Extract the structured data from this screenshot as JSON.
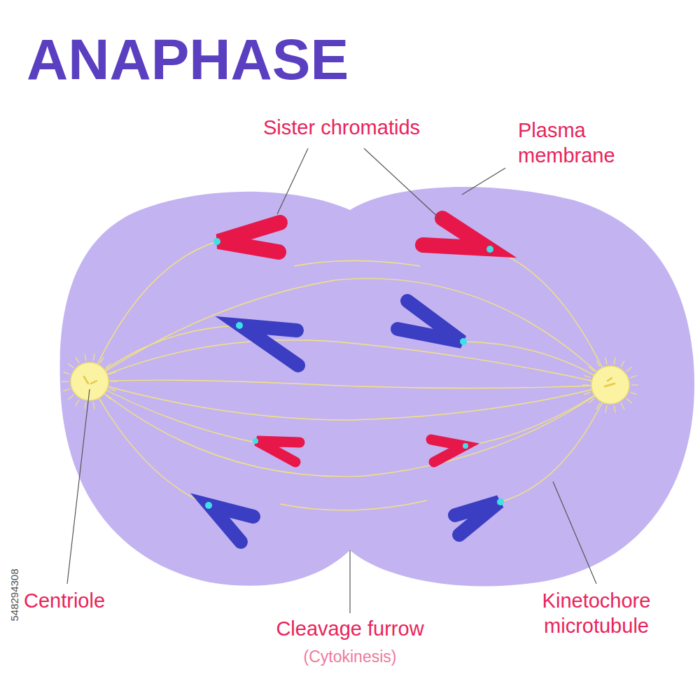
{
  "diagram": {
    "title": "ANAPHASE",
    "labels": [
      "Sister chromatids",
      "Plasma membrane",
      "Centriole",
      "Cleavage furrow",
      "(Cytokinesis)",
      "Kinetochore microtubule",
      "548294308"
    ]
  }
}
